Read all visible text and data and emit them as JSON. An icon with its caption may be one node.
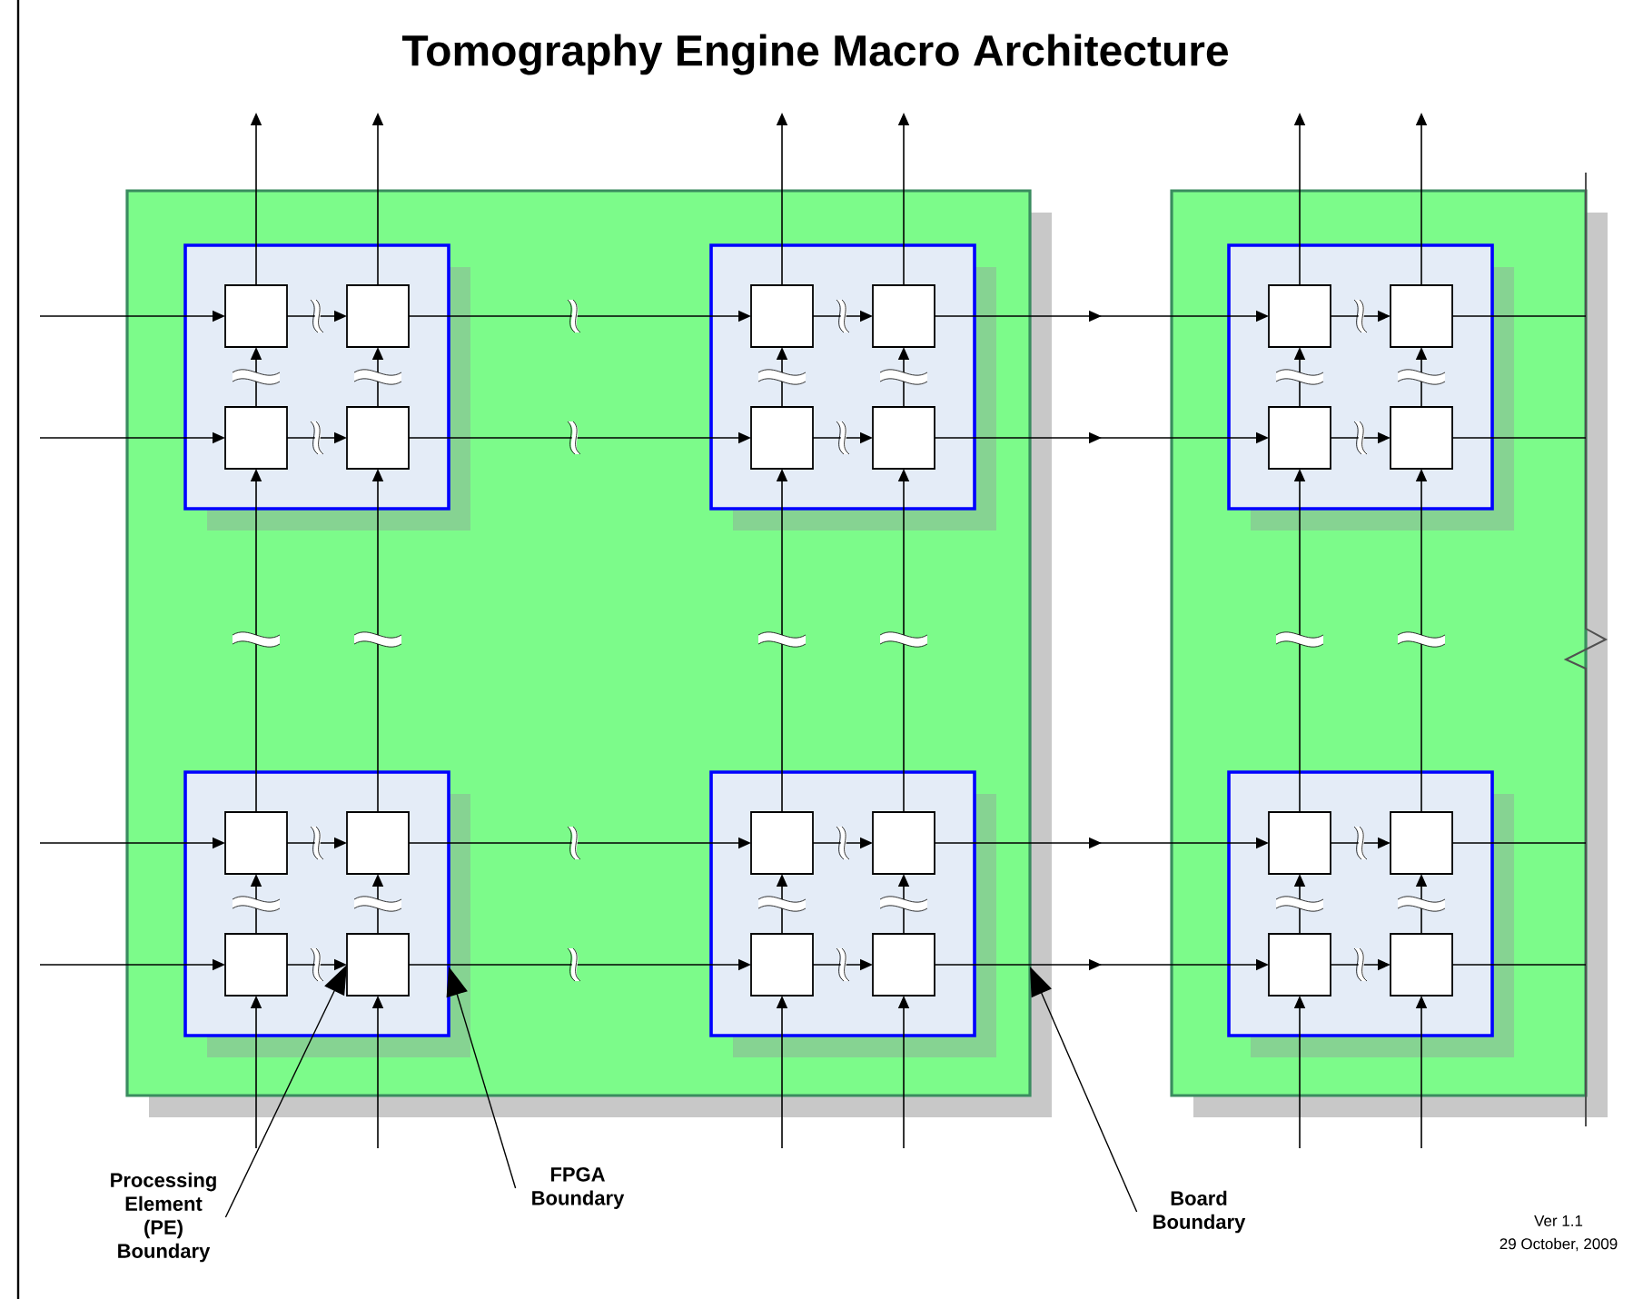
{
  "diagram": {
    "title": "Tomography Engine Macro Architecture",
    "nodes": [
      {
        "text": [],
        "shape": "box"
      },
      {
        "text": [],
        "shape": "box",
        "in": 0
      },
      {
        "text": [],
        "shape": "box",
        "in": 1
      },
      {
        "text": [],
        "shape": "box",
        "in": 1
      },
      {
        "text": [],
        "shape": "box",
        "in": 1
      },
      {
        "text": [],
        "shape": "box",
        "in": 1
      },
      {
        "text": [],
        "shape": "box",
        "in": 0
      },
      {
        "text": [],
        "shape": "box",
        "in": 6
      },
      {
        "text": [],
        "shape": "box",
        "in": 6
      },
      {
        "text": [],
        "shape": "box",
        "in": 6
      },
      {
        "text": [],
        "shape": "box",
        "in": 6
      },
      {
        "text": [],
        "shape": "box",
        "in": 0
      },
      {
        "text": [],
        "shape": "box",
        "in": 11
      },
      {
        "text": [],
        "shape": "box",
        "in": 11
      },
      {
        "text": [],
        "shape": "box",
        "in": 11
      },
      {
        "text": [],
        "shape": "box",
        "in": 11
      },
      {
        "text": [],
        "shape": "box",
        "in": 0
      },
      {
        "text": [],
        "shape": "box",
        "in": 16
      },
      {
        "text": [],
        "shape": "box",
        "in": 16
      },
      {
        "text": [],
        "shape": "box",
        "in": 16
      },
      {
        "text": [],
        "shape": "box",
        "in": 16
      },
      {
        "text": [],
        "shape": "box"
      },
      {
        "text": [],
        "shape": "box",
        "in": 21
      },
      {
        "text": [],
        "shape": "box",
        "in": 22
      },
      {
        "text": [],
        "shape": "box",
        "in": 22
      },
      {
        "text": [],
        "shape": "box",
        "in": 22
      },
      {
        "text": [],
        "shape": "box",
        "in": 22
      },
      {
        "text": [],
        "shape": "box",
        "in": 21
      },
      {
        "text": [],
        "shape": "box",
        "in": 27
      },
      {
        "text": [],
        "shape": "box",
        "in": 27
      },
      {
        "text": [],
        "shape": "box",
        "in": 27
      },
      {
        "text": [],
        "shape": "box",
        "in": 27
      },
      {
        "text": [
          "Processing Element (PE) Boundary"
        ]
      },
      {
        "text": [
          "FPGA Boundary"
        ]
      },
      {
        "text": [
          "Board Boundary"
        ]
      }
    ],
    "edges": [
      {
        "from": null,
        "to": 2,
        "arrow": "to"
      },
      {
        "from": 2,
        "to": 3,
        "arrow": "to"
      },
      {
        "from": 3,
        "to": 7,
        "arrow": "to"
      },
      {
        "from": 7,
        "to": 8,
        "arrow": "to"
      },
      {
        "from": 8,
        "to": 23,
        "arrow": "to"
      },
      {
        "from": 23,
        "to": 24,
        "arrow": "to"
      },
      {
        "from": 24,
        "to": null,
        "arrow": "none"
      },
      {
        "from": null,
        "to": 4,
        "arrow": "to"
      },
      {
        "from": 4,
        "to": 5,
        "arrow": "to"
      },
      {
        "from": 5,
        "to": 9,
        "arrow": "to"
      },
      {
        "from": 9,
        "to": 10,
        "arrow": "to"
      },
      {
        "from": 10,
        "to": 25,
        "arrow": "to"
      },
      {
        "from": 25,
        "to": 26,
        "arrow": "to"
      },
      {
        "from": 26,
        "to": null,
        "arrow": "none"
      },
      {
        "from": null,
        "to": 12,
        "arrow": "to"
      },
      {
        "from": 12,
        "to": 13,
        "arrow": "to"
      },
      {
        "from": 13,
        "to": 17,
        "arrow": "to"
      },
      {
        "from": 17,
        "to": 18,
        "arrow": "to"
      },
      {
        "from": 18,
        "to": 28,
        "arrow": "to"
      },
      {
        "from": 28,
        "to": 29,
        "arrow": "to"
      },
      {
        "from": 29,
        "to": null,
        "arrow": "none"
      },
      {
        "from": null,
        "to": 14,
        "arrow": "to"
      },
      {
        "from": 14,
        "to": 15,
        "arrow": "to"
      },
      {
        "from": 15,
        "to": 19,
        "arrow": "to"
      },
      {
        "from": 19,
        "to": 20,
        "arrow": "to"
      },
      {
        "from": 20,
        "to": 30,
        "arrow": "to"
      },
      {
        "from": 30,
        "to": 31,
        "arrow": "to"
      },
      {
        "from": 31,
        "to": null,
        "arrow": "none"
      },
      {
        "from": null,
        "to": 14,
        "arrow": "to"
      },
      {
        "from": 14,
        "to": 12,
        "arrow": "to"
      },
      {
        "from": 12,
        "to": 4,
        "arrow": "to"
      },
      {
        "from": 4,
        "to": 2,
        "arrow": "to"
      },
      {
        "from": 2,
        "to": null,
        "arrow": "to"
      },
      {
        "from": null,
        "to": 15,
        "arrow": "to"
      },
      {
        "from": 15,
        "to": 13,
        "arrow": "to"
      },
      {
        "from": 13,
        "to": 5,
        "arrow": "to"
      },
      {
        "from": 5,
        "to": 3,
        "arrow": "to"
      },
      {
        "from": 3,
        "to": null,
        "arrow": "to"
      },
      {
        "from": null,
        "to": 19,
        "arrow": "to"
      },
      {
        "from": 19,
        "to": 17,
        "arrow": "to"
      },
      {
        "from": 17,
        "to": 9,
        "arrow": "to"
      },
      {
        "from": 9,
        "to": 7,
        "arrow": "to"
      },
      {
        "from": 7,
        "to": null,
        "arrow": "to"
      },
      {
        "from": null,
        "to": 20,
        "arrow": "to"
      },
      {
        "from": 20,
        "to": 18,
        "arrow": "to"
      },
      {
        "from": 18,
        "to": 10,
        "arrow": "to"
      },
      {
        "from": 10,
        "to": 8,
        "arrow": "to"
      },
      {
        "from": 8,
        "to": null,
        "arrow": "to"
      },
      {
        "from": null,
        "to": 30,
        "arrow": "to"
      },
      {
        "from": 30,
        "to": 28,
        "arrow": "to"
      },
      {
        "from": 28,
        "to": 25,
        "arrow": "to"
      },
      {
        "from": 25,
        "to": 23,
        "arrow": "to"
      },
      {
        "from": 23,
        "to": null,
        "arrow": "to"
      },
      {
        "from": null,
        "to": 31,
        "arrow": "to"
      },
      {
        "from": 31,
        "to": 29,
        "arrow": "to"
      },
      {
        "from": 29,
        "to": 26,
        "arrow": "to"
      },
      {
        "from": 26,
        "to": 24,
        "arrow": "to"
      },
      {
        "from": 24,
        "to": null,
        "arrow": "to"
      },
      {
        "from": 32,
        "to": 15,
        "arrow": "to"
      },
      {
        "from": 33,
        "to": 11,
        "arrow": "to"
      },
      {
        "from": 34,
        "to": 0,
        "arrow": "to"
      }
    ],
    "labels": [
      "Ver 1.1",
      "29 October, 2009"
    ]
  }
}
